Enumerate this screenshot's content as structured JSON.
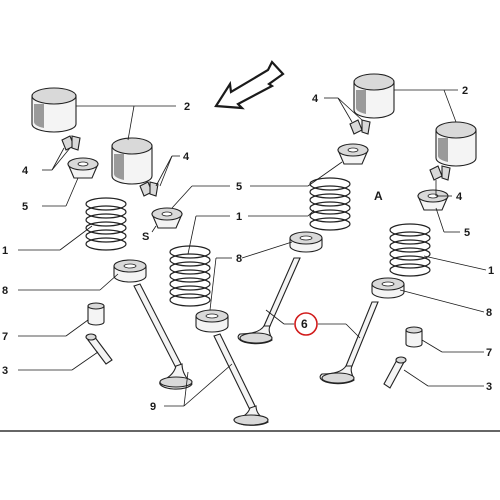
{
  "labels": {
    "l1": "1",
    "l2": "2",
    "l3": "3",
    "l4": "4",
    "l5": "5",
    "l6": "6",
    "l7": "7",
    "l8": "8",
    "l9": "9",
    "lA": "A",
    "lS": "S"
  },
  "highlight_color": "#d11a1a"
}
